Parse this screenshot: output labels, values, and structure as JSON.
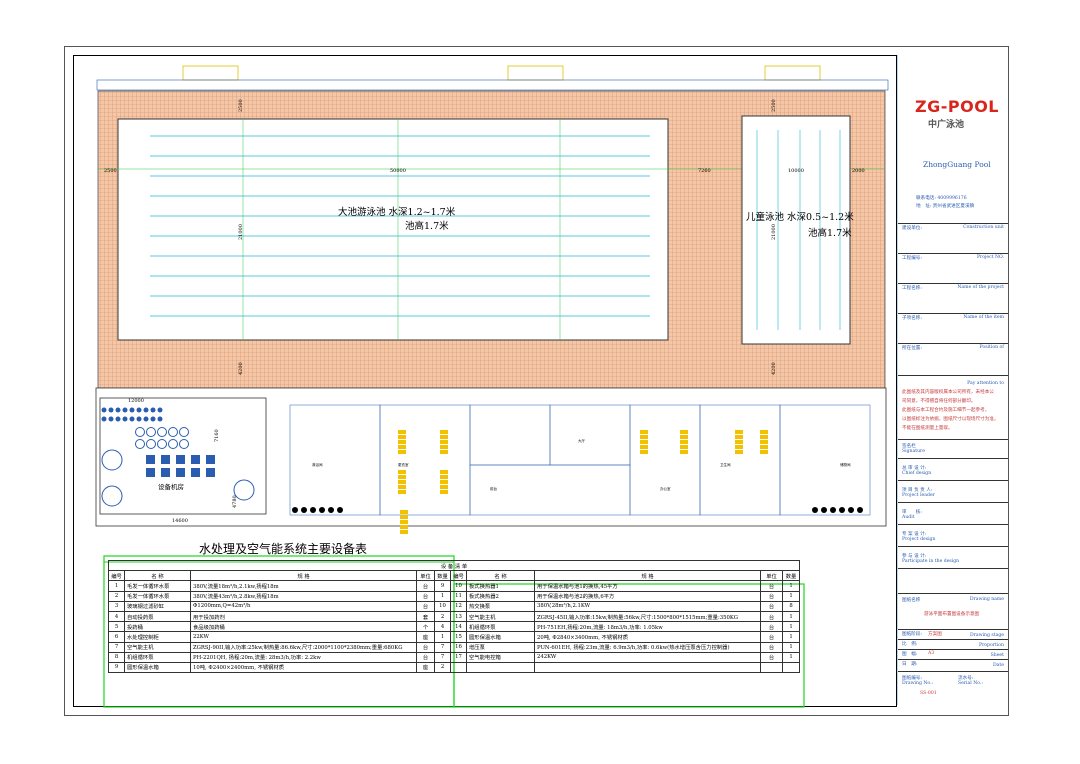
{
  "plan": {
    "big_pool_label1": "大池游泳池 水深1.2~1.7米",
    "big_pool_label2": "池高1.7米",
    "kid_pool_label1": "儿童泳池 水深0.5~1.2米",
    "kid_pool_label2": "池高1.7米",
    "equipment_room": "设备机房",
    "dims": {
      "left": "2500",
      "length": "50000",
      "gap": "7260",
      "kid_length": "10000",
      "right": "2000",
      "top_margin": "2500",
      "big_width": "21000",
      "bottom_margin": "4200",
      "kid_width": "21000",
      "kid_top": "2500",
      "kid_bottom": "4200",
      "room_w": "12000",
      "room_d": "14600",
      "room_h": "7160",
      "room_small": "4780"
    },
    "room_labels": [
      "淋浴间",
      "更衣室",
      "大厅",
      "前台",
      "办公室",
      "卫生间",
      "储物间"
    ]
  },
  "equipment": {
    "title": "水处理及空气能系统主要设备表",
    "caption": "设 备 清 单",
    "headers": [
      "编号",
      "名 称",
      "规 格",
      "单位",
      "数量"
    ],
    "left_rows": [
      [
        "1",
        "毛发一体循环水泵",
        "380V,流量18m³/h,2.1kw,扬程18m",
        "台",
        "9"
      ],
      [
        "2",
        "毛发一体循环水泵",
        "380V,流量43m³/h,2.8kw,扬程18m",
        "台",
        "1"
      ],
      [
        "3",
        "玻璃钢过滤砂缸",
        "Φ1200mm,Q=42m³/h",
        "台",
        "10"
      ],
      [
        "4",
        "自动投药泵",
        "用于投加药剂",
        "套",
        "2"
      ],
      [
        "5",
        "投药桶",
        "食品级加药桶",
        "个",
        "4"
      ],
      [
        "6",
        "水处理控制柜",
        "22KW",
        "座",
        "1"
      ],
      [
        "7",
        "空气能主机",
        "ZGRSJ-90II,输入功率:25kw,制热量:86.6kw,尺寸:2000*1100*2380mm;重量:680KG",
        "台",
        "7"
      ],
      [
        "8",
        "机组循环泵",
        "PH-2201QH, 扬程:20m,流量: 28m3/h,功率: 2.2kw",
        "台",
        "7"
      ],
      [
        "9",
        "圆形保温水箱",
        "10吨, Φ2400×2400mm, 不锈钢材质",
        "座",
        "2"
      ]
    ],
    "right_rows": [
      [
        "10",
        "板式换热器1",
        "用于保温水箱与池1的换热,45平方",
        "台",
        "1"
      ],
      [
        "11",
        "板式换热器2",
        "用于保温水箱与池2的换热,6平方",
        "台",
        "1"
      ],
      [
        "12",
        "热交换泵",
        "380V,28m³/h,2.1KW",
        "台",
        "8"
      ],
      [
        "13",
        "空气能主机",
        "ZGRSJ-45II,输入功率:15kw,制热量:56kw,尺寸:1500*800*1515mm;重量:350KG",
        "台",
        "1"
      ],
      [
        "14",
        "机组循环泵",
        "PH-751EH,扬程:20m,流量: 18m3/h,功率: 1.05kw",
        "台",
        "1"
      ],
      [
        "15",
        "圆形保温水箱",
        "20吨, Φ2840×3400mm, 不锈钢材质",
        "台",
        "1"
      ],
      [
        "16",
        "增压泵",
        "PUN-601EH, 扬程:23m,流量: 6.9m3/h,功率: 0.6kw(热水增压泵含压力控制器)",
        "台",
        "1"
      ],
      [
        "17",
        "空气能电控箱",
        "242KW",
        "台",
        "1"
      ]
    ]
  },
  "title_block": {
    "logo_main": "ZG-POOL",
    "logo_sub": "中广泳池",
    "company": "ZhongGuang Pool",
    "contact1": "联系电话: 4009996176",
    "contact2": "地　址: 贵州省武进区夏溪镇",
    "fields": [
      {
        "cn": "建设单位:",
        "en": "Construction unit"
      },
      {
        "cn": "工程编号:",
        "en": "Project NO."
      },
      {
        "cn": "工程名称:",
        "en": "Name of the project"
      },
      {
        "cn": "子项名称:",
        "en": "Name of the item"
      },
      {
        "cn": "所在位置:",
        "en": "Position of"
      }
    ],
    "attention": "Pay attention to",
    "notes": [
      "此图纸及其内容版权属本公司所有，未经本公",
      "司同意，不得擅自将任何部分翻印。",
      "此图纸与本工程合约及施工细节一起参考，",
      "以图纸标注为依据，图纸尺寸以现场尺寸为准，",
      "不能在图纸测量上量取。"
    ],
    "roles": [
      {
        "cn": "签名栏",
        "en": "Signature"
      },
      {
        "cn": "总 审 设 计:",
        "en": "Chief design"
      },
      {
        "cn": "项 目 负 责 人:",
        "en": "Project leader"
      },
      {
        "cn": "审　　核:",
        "en": "Audit"
      },
      {
        "cn": "专 案 设 计:",
        "en": "Project design"
      },
      {
        "cn": "参 与 设 计:",
        "en": "Participate in the design"
      }
    ],
    "drawing_name_label": "图纸名称",
    "drawing_name_en": "Drawing name",
    "drawing_name": "游泳平面布置图设备示意图",
    "stage_label": "图纸阶段:",
    "stage_value": "方案图",
    "stage_en": "Drawing stage",
    "scale_label": "比　例:",
    "scale_en": "Proportion",
    "sheet_label": "图　幅:",
    "sheet_value": "A3",
    "sheet_en": "Sheet",
    "date_label": "日　期:",
    "date_en": "Date",
    "drawing_no_label": "图纸编号:",
    "drawing_no_en": "Drawing No.:",
    "serial_label": "流水号:",
    "serial_en": "Serial No.:",
    "code": "SS-001"
  },
  "colors": {
    "deck": "#e8a27a",
    "line": "#2a5db0",
    "water": "#7fd0e6",
    "frame": "#1fd41f",
    "red": "#d9261c"
  }
}
